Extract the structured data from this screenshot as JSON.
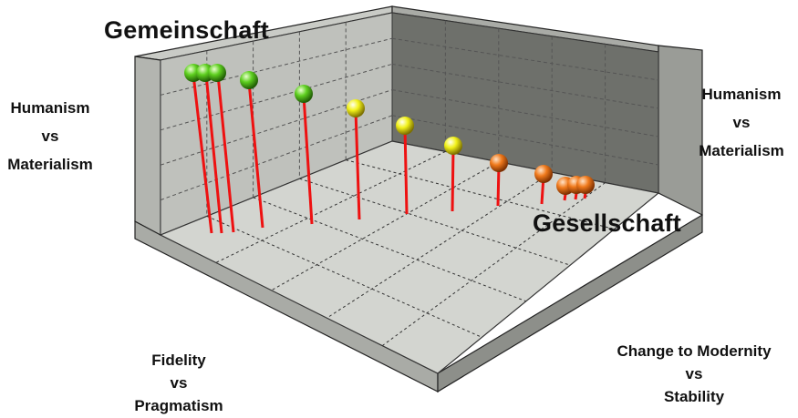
{
  "labels": {
    "gemeinschaft": "Gemeinschaft",
    "gesellschaft": "Gesellschaft",
    "left_axis": [
      "Humanism",
      "vs",
      "Materialism"
    ],
    "right_axis": [
      "Humanism",
      "vs",
      "Materialism"
    ],
    "bottom_left_axis": [
      "Fidelity",
      "vs",
      "Pragmatism"
    ],
    "bottom_right_axis": [
      "Change to Modernity",
      "vs",
      "Stability"
    ]
  },
  "colors": {
    "green": "#5ecf1f",
    "yellow": "#f2f21a",
    "orange": "#f07a1c",
    "stem": "#ee1111",
    "floor": "#d3d5d0",
    "back_wall": "#6e706b",
    "left_wall": "#bfc1bc"
  },
  "chart_data": {
    "type": "scatter",
    "dimension": "3d",
    "markers": [
      {
        "color": "green"
      },
      {
        "color": "green"
      },
      {
        "color": "green"
      },
      {
        "color": "green"
      },
      {
        "color": "green"
      },
      {
        "color": "yellow"
      },
      {
        "color": "yellow"
      },
      {
        "color": "yellow"
      },
      {
        "color": "orange"
      },
      {
        "color": "orange"
      },
      {
        "color": "orange"
      },
      {
        "color": "orange"
      },
      {
        "color": "orange"
      }
    ]
  }
}
